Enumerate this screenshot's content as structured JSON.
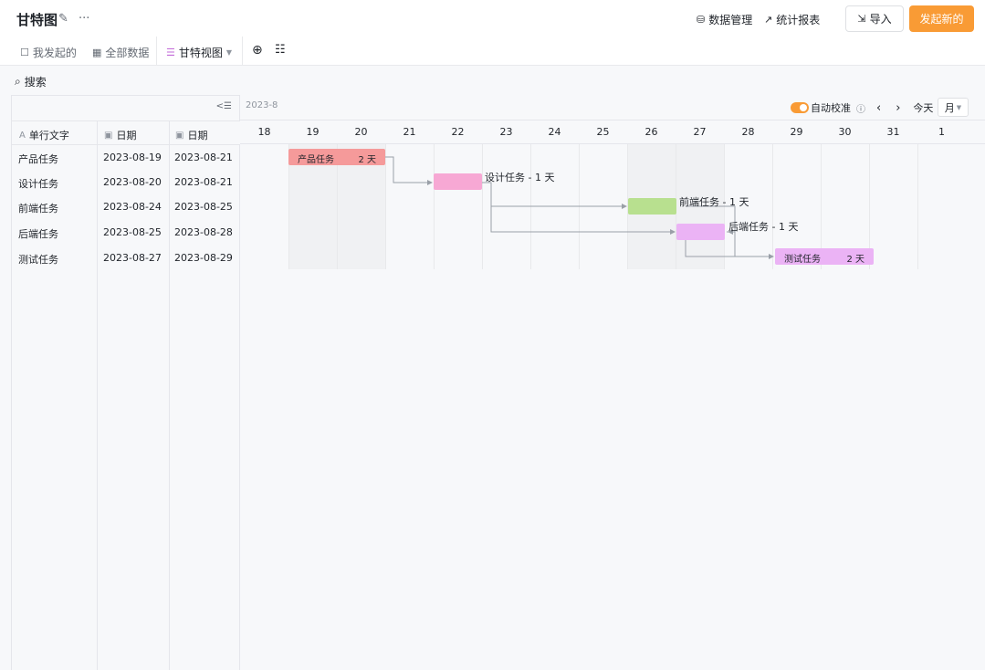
{
  "header": {
    "title": "甘特图",
    "data_manage": "数据管理",
    "stats_report": "统计报表",
    "import": "导入",
    "new": "发起新的"
  },
  "tabs": [
    {
      "label": "我发起的"
    },
    {
      "label": "全部数据"
    },
    {
      "label": "甘特视图"
    }
  ],
  "search": {
    "label": "搜索"
  },
  "table": {
    "columns": [
      "单行文字",
      "日期",
      "日期"
    ],
    "rows": [
      {
        "name": "产品任务",
        "start": "2023-08-19",
        "end": "2023-08-21"
      },
      {
        "name": "设计任务",
        "start": "2023-08-20",
        "end": "2023-08-21"
      },
      {
        "name": "前端任务",
        "start": "2023-08-24",
        "end": "2023-08-25"
      },
      {
        "name": "后端任务",
        "start": "2023-08-25",
        "end": "2023-08-28"
      },
      {
        "name": "测试任务",
        "start": "2023-08-27",
        "end": "2023-08-29"
      }
    ]
  },
  "gantt": {
    "month": "2023-8",
    "auto_calibrate": "自动校准",
    "today": "今天",
    "scale": "月",
    "days": [
      "18",
      "19",
      "20",
      "21",
      "22",
      "23",
      "24",
      "25",
      "26",
      "27",
      "28",
      "29",
      "30",
      "31",
      "1"
    ],
    "bars": [
      {
        "name": "产品任务",
        "duration": "2 天",
        "color": "#f59a9a"
      },
      {
        "label": "设计任务 - 1 天",
        "color": "#f7a8d4"
      },
      {
        "label": "前端任务 - 1 天",
        "color": "#b8e08f"
      },
      {
        "label": "后端任务 - 1 天",
        "color": "#ebb3f5"
      },
      {
        "name": "测试任务",
        "duration": "2 天",
        "color": "#ebb3f5"
      }
    ]
  }
}
